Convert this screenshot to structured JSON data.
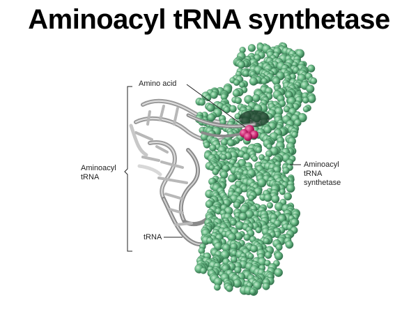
{
  "title": "Aminoacyl tRNA synthetase",
  "labels": {
    "amino_acid": "Amino acid",
    "aminoacyl_trna": [
      "Aminoacyl",
      "tRNA"
    ],
    "synthetase": [
      "Aminoacyl",
      "tRNA",
      "synthetase"
    ],
    "trna": "tRNA"
  },
  "colors": {
    "protein": "#5aaa78",
    "protein_light": "#8fd0a2",
    "protein_dark": "#2e6e48",
    "amino_acid": "#c8246e",
    "trna_backbone": "#8a8a8a",
    "trna_light": "#d8d8d8"
  }
}
